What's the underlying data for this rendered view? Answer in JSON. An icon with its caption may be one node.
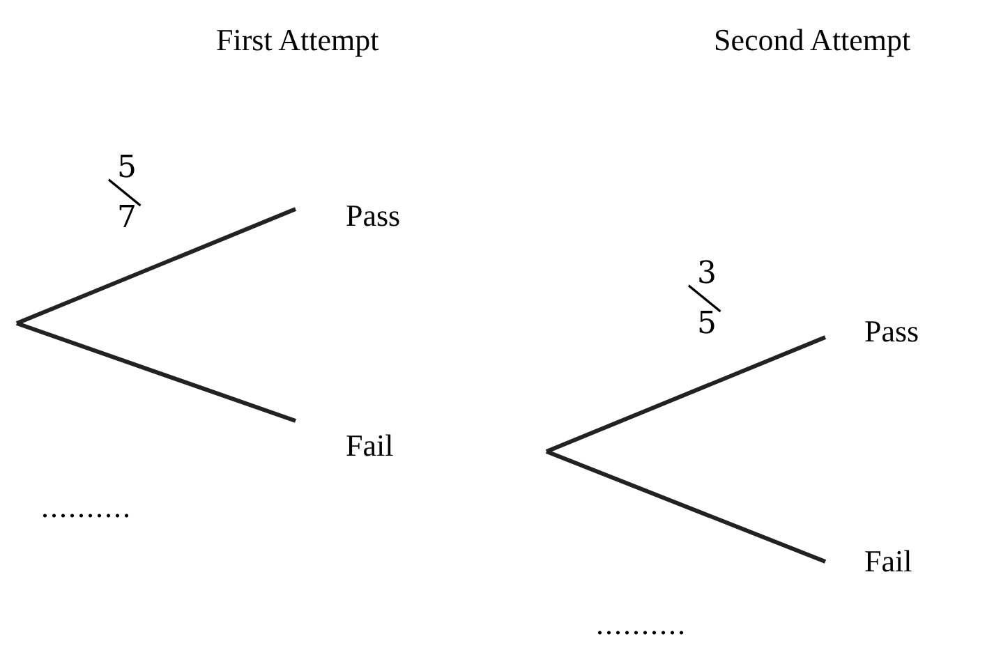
{
  "diagram": {
    "nodes": [
      {
        "text": [
          "Pass"
        ]
      },
      {
        "text": [
          "Fail"
        ]
      },
      {
        "text": [
          "Pass"
        ]
      },
      {
        "text": [
          "Fail"
        ]
      }
    ],
    "edges": [
      {
        "from": null,
        "to": 0,
        "arrow": "none",
        "label": "5/7"
      },
      {
        "from": null,
        "to": 1,
        "arrow": "none",
        "label": ".........."
      },
      {
        "from": null,
        "to": 2,
        "arrow": "none",
        "label": "3/5"
      },
      {
        "from": null,
        "to": 3,
        "arrow": "none",
        "label": ".........."
      }
    ],
    "labels": [
      "First Attempt",
      "Second Attempt"
    ]
  }
}
